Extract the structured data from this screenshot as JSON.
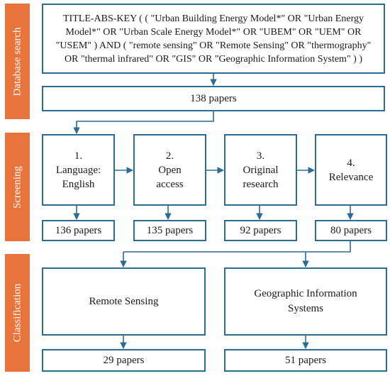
{
  "stages": {
    "database_search": "Database search",
    "screening": "Screening",
    "classification": "Classification"
  },
  "query": "TITLE-ABS-KEY ( ( \"Urban Building Energy Model*\" OR \"Urban Energy Model*\" OR \"Urban Scale Energy Model*\" OR \"UBEM\" OR \"UEM\" OR \"USEM\" ) AND ( \"remote sensing\" OR \"Remote Sensing\" OR \"thermography\" OR \"thermal infrared\" OR \"GIS\" OR \"Geographic Information System\" ) )",
  "total_papers": "138 papers",
  "screening_steps": [
    {
      "label": "1.\nLanguage:\nEnglish",
      "result": "136 papers"
    },
    {
      "label": "2.\nOpen\naccess",
      "result": "135 papers"
    },
    {
      "label": "3.\nOriginal\nresearch",
      "result": "92 papers"
    },
    {
      "label": "4.\nRelevance",
      "result": "80 papers"
    }
  ],
  "categories": [
    {
      "label": "Remote Sensing",
      "result": "29 papers"
    },
    {
      "label": "Geographic Information\nSystems",
      "result": "51 papers"
    }
  ],
  "colors": {
    "stage_fill": "#e8743b",
    "box_border": "#2b6c95",
    "arrow": "#2b6c95"
  }
}
